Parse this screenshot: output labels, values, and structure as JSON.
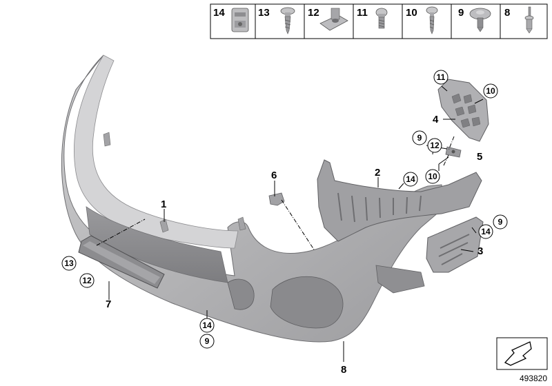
{
  "legend": {
    "items": [
      {
        "num": "14",
        "icon": "spring-nut-icon"
      },
      {
        "num": "13",
        "icon": "torx-screw-icon"
      },
      {
        "num": "12",
        "icon": "clip-nut-icon"
      },
      {
        "num": "11",
        "icon": "pan-head-screw-icon"
      },
      {
        "num": "10",
        "icon": "self-tapping-screw-icon"
      },
      {
        "num": "9",
        "icon": "expanding-rivet-icon"
      },
      {
        "num": "8",
        "icon": "blind-rivet-icon"
      }
    ]
  },
  "labels": {
    "p1": "1",
    "p2": "2",
    "p3": "3",
    "p4": "4",
    "p5": "5",
    "p6": "6",
    "p7": "7",
    "p8": "8"
  },
  "callouts": {
    "c11_top": "11",
    "c10_top": "10",
    "c9_mid": "9",
    "c12_mid": "12",
    "c10_mid": "10",
    "c14_bracket": "14",
    "c14_side": "14",
    "c9_side": "9",
    "c13_plate": "13",
    "c12_plate": "12",
    "c14_bottom": "14",
    "c9_bottom": "9"
  },
  "reference_number": "493820",
  "colors": {
    "part_fill": "#b9b9bb",
    "part_dark": "#8f8f92",
    "part_light": "#d7d7d9",
    "line": "#000000"
  }
}
